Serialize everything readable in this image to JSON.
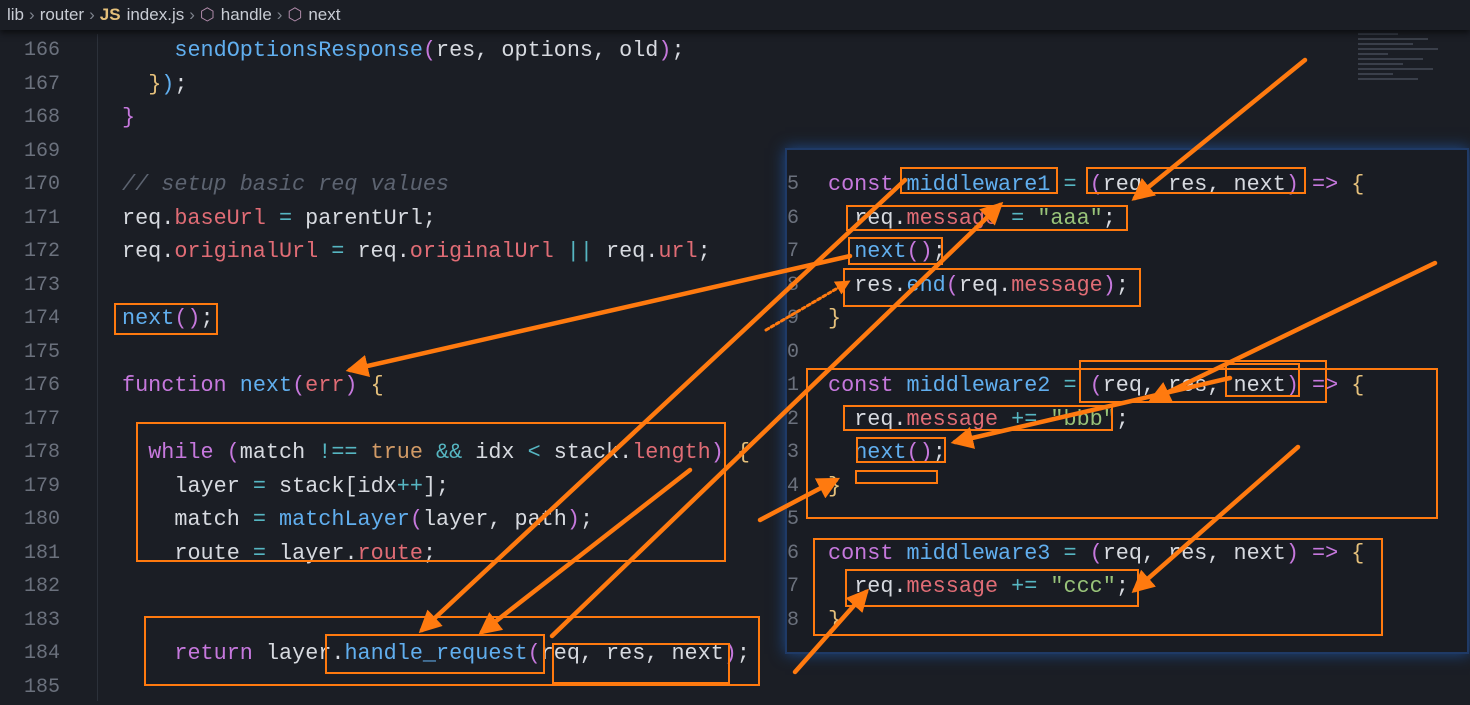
{
  "breadcrumb": {
    "items": [
      "lib",
      "router",
      "index.js",
      "handle",
      "next"
    ],
    "file_badge": "JS"
  },
  "editor": {
    "lines": [
      {
        "n": "166",
        "indent": 4,
        "tokens": [
          [
            "sendOptionsResponse",
            "fn"
          ],
          [
            "(",
            "pa"
          ],
          [
            "res, options, old",
            "tx"
          ],
          [
            ")",
            "pa"
          ],
          [
            ";",
            "tx"
          ]
        ]
      },
      {
        "n": "167",
        "indent": 2,
        "tokens": [
          [
            "}",
            "br"
          ],
          [
            ")",
            "bl"
          ],
          [
            ";",
            "tx"
          ]
        ]
      },
      {
        "n": "168",
        "indent": 0,
        "tokens": [
          [
            "}",
            "pa"
          ]
        ]
      },
      {
        "n": "169",
        "indent": 0,
        "tokens": []
      },
      {
        "n": "170",
        "indent": 0,
        "tokens": [
          [
            "// setup basic req values",
            "cm"
          ]
        ]
      },
      {
        "n": "171",
        "indent": 0,
        "tokens": [
          [
            "req.",
            "tx"
          ],
          [
            "baseUrl",
            "pr"
          ],
          [
            " = ",
            "op"
          ],
          [
            "parentUrl;",
            "tx"
          ]
        ]
      },
      {
        "n": "172",
        "indent": 0,
        "tokens": [
          [
            "req.",
            "tx"
          ],
          [
            "originalUrl",
            "pr"
          ],
          [
            " = ",
            "op"
          ],
          [
            "req.",
            "tx"
          ],
          [
            "originalUrl",
            "pr"
          ],
          [
            " || ",
            "op"
          ],
          [
            "req.",
            "tx"
          ],
          [
            "url",
            "pr"
          ],
          [
            ";",
            "tx"
          ]
        ]
      },
      {
        "n": "173",
        "indent": 0,
        "tokens": []
      },
      {
        "n": "174",
        "indent": 0,
        "tokens": [
          [
            "next",
            "fn"
          ],
          [
            "()",
            "pa"
          ],
          [
            ";",
            "tx"
          ]
        ]
      },
      {
        "n": "175",
        "indent": 0,
        "tokens": []
      },
      {
        "n": "176",
        "indent": 0,
        "tokens": [
          [
            "function ",
            "kw"
          ],
          [
            "next",
            "fn"
          ],
          [
            "(",
            "pa"
          ],
          [
            "err",
            "pr"
          ],
          [
            ")",
            "pa"
          ],
          [
            " {",
            "br"
          ]
        ]
      },
      {
        "n": "177",
        "indent": 0,
        "tokens": []
      },
      {
        "n": "178",
        "indent": 2,
        "tokens": [
          [
            "while ",
            "kw"
          ],
          [
            "(",
            "pa"
          ],
          [
            "match ",
            "tx"
          ],
          [
            "!== ",
            "op"
          ],
          [
            "true ",
            "bo"
          ],
          [
            "&& ",
            "op"
          ],
          [
            "idx ",
            "tx"
          ],
          [
            "< ",
            "op"
          ],
          [
            "stack.",
            "tx"
          ],
          [
            "length",
            "pr"
          ],
          [
            ")",
            "pa"
          ],
          [
            " {",
            "br"
          ]
        ]
      },
      {
        "n": "179",
        "indent": 4,
        "tokens": [
          [
            "layer ",
            "tx"
          ],
          [
            "= ",
            "op"
          ],
          [
            "stack[idx",
            "tx"
          ],
          [
            "++",
            "op"
          ],
          [
            "];",
            "tx"
          ]
        ]
      },
      {
        "n": "180",
        "indent": 4,
        "tokens": [
          [
            "match ",
            "tx"
          ],
          [
            "= ",
            "op"
          ],
          [
            "matchLayer",
            "fn"
          ],
          [
            "(",
            "pa"
          ],
          [
            "layer, path",
            "tx"
          ],
          [
            ")",
            "pa"
          ],
          [
            ";",
            "tx"
          ]
        ]
      },
      {
        "n": "181",
        "indent": 4,
        "tokens": [
          [
            "route ",
            "tx"
          ],
          [
            "= ",
            "op"
          ],
          [
            "layer.",
            "tx"
          ],
          [
            "route",
            "pr"
          ],
          [
            ";",
            "tx"
          ]
        ]
      },
      {
        "n": "182",
        "indent": 0,
        "tokens": []
      },
      {
        "n": "183",
        "indent": 0,
        "tokens": []
      },
      {
        "n": "184",
        "indent": 4,
        "tokens": [
          [
            "return ",
            "kw"
          ],
          [
            "layer.",
            "tx"
          ],
          [
            "handle_request",
            "fn"
          ],
          [
            "(",
            "pa"
          ],
          [
            "req, res, next",
            "tx"
          ],
          [
            ")",
            "pa"
          ],
          [
            ";",
            "tx"
          ]
        ]
      },
      {
        "n": "185",
        "indent": 0,
        "tokens": []
      }
    ]
  },
  "overlay": {
    "lines": [
      {
        "n": "5",
        "indent": 0,
        "tokens": [
          [
            "const ",
            "kw"
          ],
          [
            "middleware1",
            "fn"
          ],
          [
            " = ",
            "op"
          ],
          [
            "(",
            "pa"
          ],
          [
            "req, res, next",
            "tx"
          ],
          [
            ")",
            "pa"
          ],
          [
            " => ",
            "kw"
          ],
          [
            "{",
            "br"
          ]
        ]
      },
      {
        "n": "6",
        "indent": 2,
        "tokens": [
          [
            "req.",
            "tx"
          ],
          [
            "message",
            "pr"
          ],
          [
            " = ",
            "op"
          ],
          [
            "\"aaa\"",
            "st"
          ],
          [
            ";",
            "tx"
          ]
        ]
      },
      {
        "n": "7",
        "indent": 2,
        "tokens": [
          [
            "next",
            "fn"
          ],
          [
            "()",
            "pa"
          ],
          [
            ";",
            "tx"
          ]
        ]
      },
      {
        "n": "8",
        "indent": 2,
        "tokens": [
          [
            "res.",
            "tx"
          ],
          [
            "end",
            "fn"
          ],
          [
            "(",
            "pa"
          ],
          [
            "req.",
            "tx"
          ],
          [
            "message",
            "pr"
          ],
          [
            ")",
            "pa"
          ],
          [
            ";",
            "tx"
          ]
        ]
      },
      {
        "n": "9",
        "indent": 0,
        "tokens": [
          [
            "}",
            "br"
          ]
        ]
      },
      {
        "n": "0",
        "indent": 0,
        "tokens": []
      },
      {
        "n": "1",
        "indent": 0,
        "tokens": [
          [
            "const ",
            "kw"
          ],
          [
            "middleware2",
            "fn"
          ],
          [
            " = ",
            "op"
          ],
          [
            "(",
            "pa"
          ],
          [
            "req, res, next",
            "tx"
          ],
          [
            ")",
            "pa"
          ],
          [
            " => ",
            "kw"
          ],
          [
            "{",
            "br"
          ]
        ]
      },
      {
        "n": "2",
        "indent": 2,
        "tokens": [
          [
            "req.",
            "tx"
          ],
          [
            "message",
            "pr"
          ],
          [
            " += ",
            "op"
          ],
          [
            "\"bbb\"",
            "st"
          ],
          [
            ";",
            "tx"
          ]
        ]
      },
      {
        "n": "3",
        "indent": 2,
        "tokens": [
          [
            "next",
            "fn"
          ],
          [
            "()",
            "pa"
          ],
          [
            ";",
            "tx"
          ]
        ]
      },
      {
        "n": "4",
        "indent": 0,
        "tokens": [
          [
            "}",
            "br"
          ]
        ]
      },
      {
        "n": "5",
        "indent": 0,
        "tokens": []
      },
      {
        "n": "6",
        "indent": 0,
        "tokens": [
          [
            "const ",
            "kw"
          ],
          [
            "middleware3",
            "fn"
          ],
          [
            " = ",
            "op"
          ],
          [
            "(",
            "pa"
          ],
          [
            "req, res, next",
            "tx"
          ],
          [
            ")",
            "pa"
          ],
          [
            " => ",
            "kw"
          ],
          [
            "{",
            "br"
          ]
        ]
      },
      {
        "n": "7",
        "indent": 2,
        "tokens": [
          [
            "req.",
            "tx"
          ],
          [
            "message",
            "pr"
          ],
          [
            " += ",
            "op"
          ],
          [
            "\"ccc\"",
            "st"
          ],
          [
            ";",
            "tx"
          ]
        ]
      },
      {
        "n": "8",
        "indent": 0,
        "tokens": [
          [
            "}",
            "br"
          ]
        ]
      }
    ]
  },
  "colors": {
    "annotation": "#ff7a0f",
    "background": "#1b1e25",
    "overlay_border": "#1f3a66"
  }
}
